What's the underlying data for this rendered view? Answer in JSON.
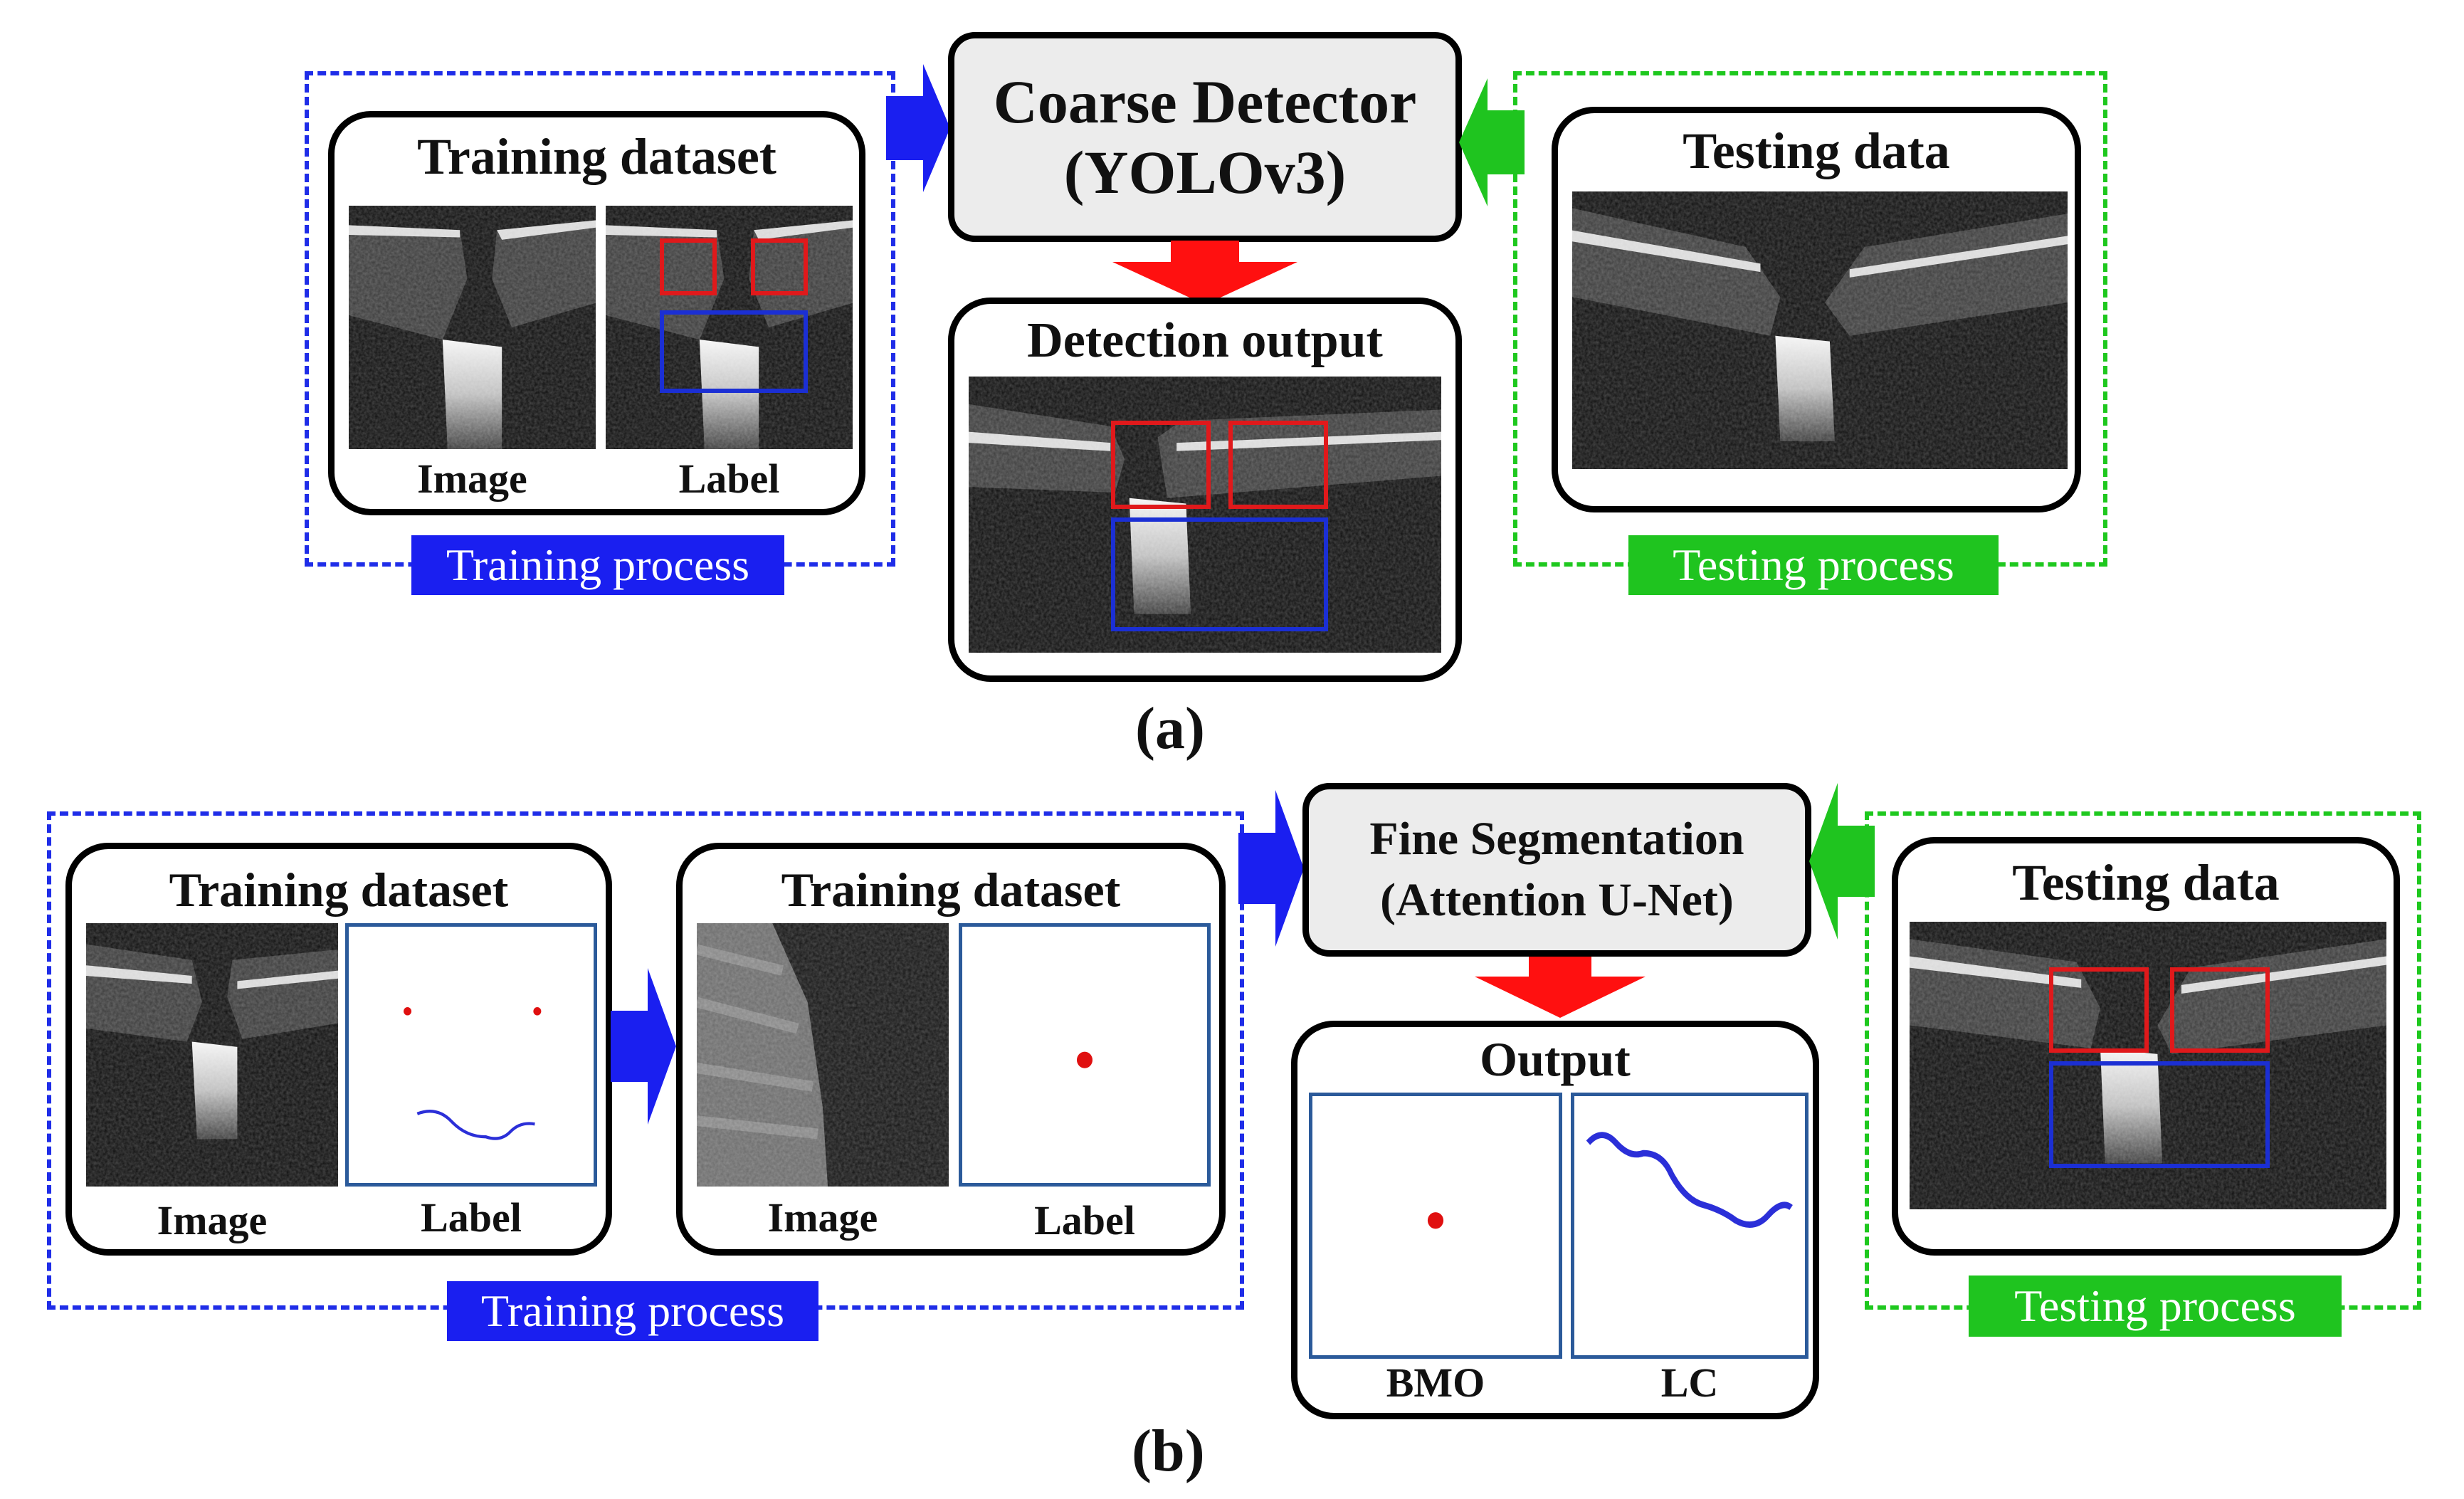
{
  "part_a": {
    "label": "(a)",
    "training_panel": {
      "title": "Training dataset",
      "image_caption": "Image",
      "label_caption": "Label"
    },
    "training_tag": "Training process",
    "detector": {
      "line1": "Coarse Detector",
      "line2": "(YOLOv3)"
    },
    "detection_output": {
      "title": "Detection output"
    },
    "testing_panel": {
      "title": "Testing data"
    },
    "testing_tag": "Testing process"
  },
  "part_b": {
    "label": "(b)",
    "training_panel_1": {
      "title": "Training dataset",
      "image_caption": "Image",
      "label_caption": "Label"
    },
    "training_panel_2": {
      "title": "Training dataset",
      "image_caption": "Image",
      "label_caption": "Label"
    },
    "training_tag": "Training process",
    "segmenter": {
      "line1": "Fine Segmentation",
      "line2": "(Attention U-Net)"
    },
    "output": {
      "title": "Output",
      "bmo_caption": "BMO",
      "lc_caption": "LC"
    },
    "testing_panel": {
      "title": "Testing data"
    },
    "testing_tag": "Testing process"
  },
  "colors": {
    "training": "#1a1ff0",
    "testing": "#1fc41f",
    "flow_arrow": "#ff1010",
    "red_box": "#e0191b",
    "blue_box": "#1b2fd4"
  }
}
